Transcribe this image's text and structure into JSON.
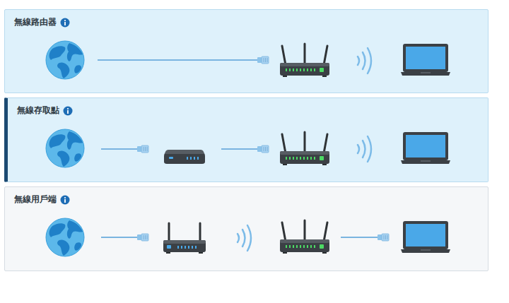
{
  "diagram": {
    "nodes": [
      {
        "text": [
          "無線路由器"
        ]
      },
      {
        "text": [
          "無線存取點"
        ]
      },
      {
        "text": [
          "無線用戶端"
        ]
      }
    ]
  }
}
